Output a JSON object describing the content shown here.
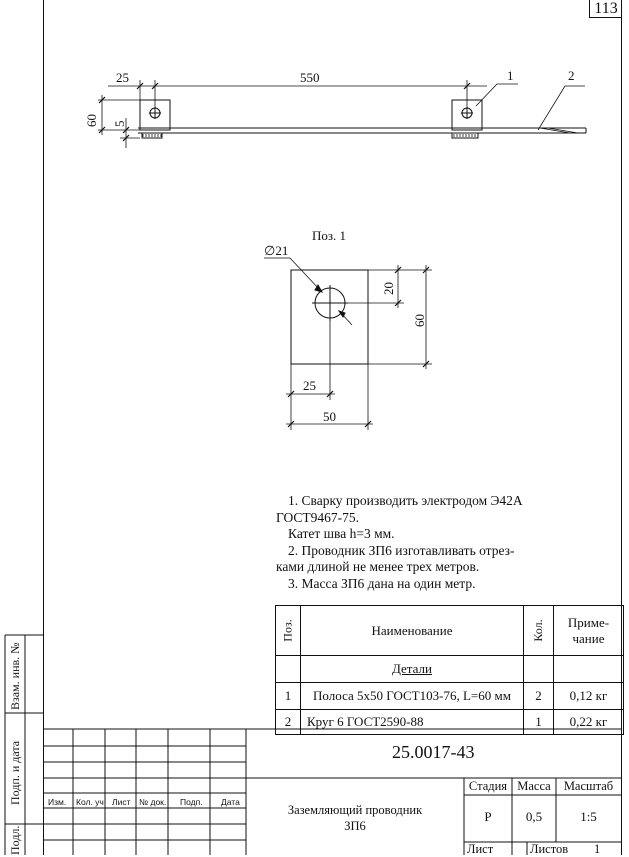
{
  "sheet_number": "113",
  "drawing": {
    "top_view": {
      "dim_25": "25",
      "dim_550": "550",
      "dim_60": "60",
      "dim_5": "5",
      "callout_1": "1",
      "callout_2": "2"
    },
    "detail": {
      "title": "Поз. 1",
      "dim_diameter": "∅21",
      "dim_20": "20",
      "dim_60": "60",
      "dim_25": "25",
      "dim_50": "50"
    }
  },
  "notes": [
    "1. Сварку производить электродом Э42А",
    "ГОСТ9467-75.",
    "Катет шва h=3 мм.",
    "2. Проводник ЗП6 изготавливать отрез-",
    "ками длиной не менее трех метров.",
    "3. Масса ЗП6 дана на один метр."
  ],
  "spec_table": {
    "headers": {
      "pos": "Поз.",
      "name": "Наименование",
      "qty": "Кол.",
      "note_line1": "Приме-",
      "note_line2": "чание"
    },
    "section": "Детали",
    "rows": [
      {
        "pos": "1",
        "name": "Полоса 5х50 ГОСТ103-76, L=60 мм",
        "qty": "2",
        "note": "0,12 кг"
      },
      {
        "pos": "2",
        "name": "Круг 6 ГОСТ2590-88",
        "qty": "1",
        "note": "0,22 кг"
      }
    ]
  },
  "title_block": {
    "doc_number": "25.0017-43",
    "title_line1": "Заземляющий проводник",
    "title_line2": "ЗП6",
    "col_headers": [
      "Изм.",
      "Кол. уч.",
      "Лист",
      "№ док.",
      "Подп.",
      "Дата"
    ],
    "stage_label": "Стадия",
    "mass_label": "Масса",
    "scale_label": "Масштаб",
    "stage_value": "Р",
    "mass_value": "0,5",
    "scale_value": "1:5",
    "sheet_label": "Лист",
    "sheets_label": "Листов",
    "sheets_value": "1"
  },
  "side_stamp": {
    "inv": "Взам. инв. №",
    "sign_date": "Подп. и дата",
    "orig": "Подл."
  }
}
